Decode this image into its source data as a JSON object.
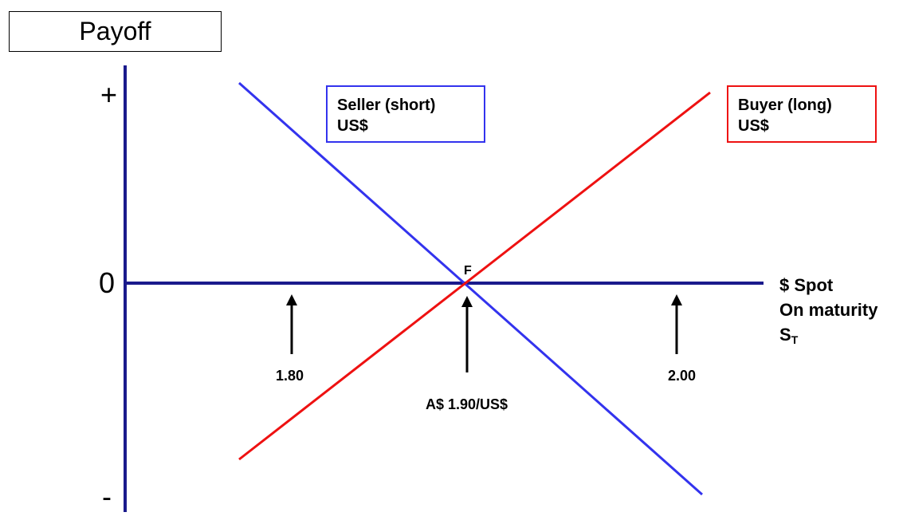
{
  "title": "Payoff",
  "y_axis": {
    "plus": "+",
    "zero": "0",
    "minus": "-"
  },
  "x_axis": {
    "line1": "$ Spot",
    "line2": "On maturity",
    "line3_main": "S",
    "line3_sub": "T"
  },
  "seller": {
    "line1": "Seller (short)",
    "line2": "US$",
    "color": "#3333ee"
  },
  "buyer": {
    "line1": "Buyer (long)",
    "line2": "US$",
    "color": "#ee1111"
  },
  "forward_point": "F",
  "ticks": {
    "low": "1.80",
    "mid": "A$ 1.90/US$",
    "high": "2.00"
  },
  "colors": {
    "axis": "#1a1a8c",
    "arrows": "#000000"
  }
}
